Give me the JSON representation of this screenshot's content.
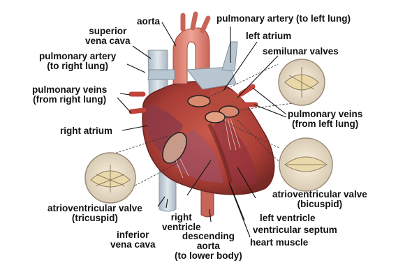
{
  "colors": {
    "heart_muscle": "#b8473c",
    "heart_dark": "#7a2a26",
    "aorta": "#e08a78",
    "vein_blue": "#c8d4dc",
    "valve_cream": "#f1e1b0",
    "leader_line": "#111111"
  },
  "labels": {
    "aorta": "aorta",
    "superior_vena_cava": [
      "superior",
      "vena cava"
    ],
    "pulmonary_artery_left": "pulmonary artery (to left lung)",
    "left_atrium": "left atrium",
    "pulmonary_artery_right": [
      "pulmonary artery",
      "(to right lung)"
    ],
    "semilunar_valves": "semilunar valves",
    "pulmonary_veins_right": [
      "pulmonary veins",
      "(from right lung)"
    ],
    "pulmonary_veins_left": [
      "pulmonary veins",
      "(from left lung)"
    ],
    "right_atrium": "right atrium",
    "av_valve_bicuspid": [
      "atrioventricular valve",
      "(bicuspid)"
    ],
    "av_valve_tricuspid": [
      "atrioventricular valve",
      "(tricuspid)"
    ],
    "right_ventricle": [
      "right",
      "ventricle"
    ],
    "left_ventricle": "left ventricle",
    "inferior_vena_cava": [
      "inferior",
      "vena cava"
    ],
    "ventricular_septum": "ventricular septum",
    "descending_aorta": [
      "descending",
      "aorta",
      "(to lower body)"
    ],
    "heart_muscle": "heart muscle"
  }
}
